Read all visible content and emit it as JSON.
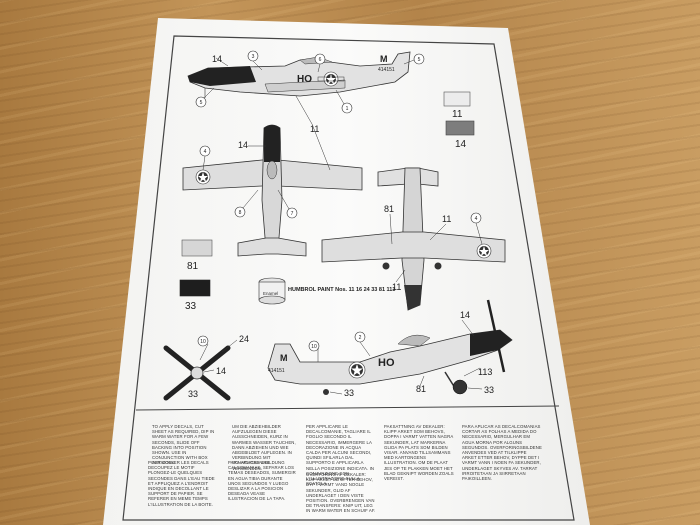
{
  "swatches": [
    {
      "id": "11",
      "label": "11",
      "color": "#ececec"
    },
    {
      "id": "14",
      "label": "14",
      "color": "#7d7d7d"
    },
    {
      "id": "81",
      "label": "81",
      "color": "#d6d6d6"
    },
    {
      "id": "33",
      "label": "33",
      "color": "#1e1e1e"
    }
  ],
  "humbrol": {
    "text": "HUMBROL PAINT Nos. 11 16 24 33 81 113",
    "tin_label": "Enamel"
  },
  "side_view": {
    "codes": "HO",
    "code_letter": "M",
    "serial": "414151"
  },
  "prop_view": {
    "codes": "HO",
    "code_letter": "M",
    "serial": "414151"
  },
  "callouts": {
    "n14a": "14",
    "n3": "3",
    "n6": "6",
    "n5": "5",
    "n2": "2",
    "n1": "1",
    "n11a": "11",
    "n4a": "4",
    "n14b": "14",
    "n8": "8",
    "n7": "7",
    "n81": "81",
    "n11b": "11",
    "n4b": "4",
    "n11c": "11",
    "n11d": "11",
    "n24": "24",
    "n14c": "14",
    "n33a": "33",
    "n10": "10",
    "n2b": "2",
    "n14d": "14",
    "n113": "113",
    "n81b": "81",
    "n33b": "33",
    "n33c": "33"
  },
  "instructions": [
    "TO APPLY DECALS, CUT SHEET AS REQUIRED, DIP IN WARM WATER FOR A FEW SECONDS, SLIDE OFF BACKING INTO POSITION SHOWN. USE IN CONJUNCTION WITH BOX ARTWORK.",
    "POUR COLLER LES DECALS DECOUPEZ LE MOTIF PLONGEZ-LE QUELQUES SECONDES DANS L'EAU TIEDE ET APPLIQUEZ A L'ENDROIT INDIQUE EN DECOLLANT LE SUPPORT DE PAPIER. SE REFERER EN MEME TEMPS L'ILLUSTRATION DE LA BOITE.",
    "UM DIE ABZIEHBILDER AUFZULEGEN DIESE AUSSCHNEIDEN, KURZ IN WARMES WASSER TAUCHEN, DANN ABZIEHEN UND WIE ABGEBILDET AUFLEGEN. IN VERBINDUNG MIT SCHACHTELABBILDUNG VERWENDEN.",
    "PARA APLICAR LAS CALCOMANIAS, SEPARAR LOS TEMAS DESEADOS, SUMERGIR EN AGUA TIBIA DURANTE UNOS SEGUNDOS Y LUEGO DESLIZAR A LA POSICION DESEADA VEASE ILUSTRACION DE LA TAPA.",
    "PER APPLICARE LE DECALCOMANIE, TAGLIARE IL FOGLIO SECONDO IL NECESSARIO, IMMERGERE LA DECORAZIONE IN ACQUA CALDA PER ALCUNI SECONDI, QUINDI SFILARLA DAL SUPPORTO E APPLICARLA NELLA POSIZIONE INDICATA. IN CONJUNZIONE CON L'ILLUSTRAZIONE SULLA SCATOLA.",
    "OVERFORING AF DEKALER: KLIP ARKET UD EFTER BEHOV, DYP I VARMT VAND NOGLE SEKUNDER, GLID AF UNDERLAGET I DEN VISTE POSITION. OVERBRENGEN VAN DE TRANSFERS: KNIP UIT, LEG IN WARM WATER EN SCHUIF AF.",
    "PAKSATTNING AV DEKALER: KLIPP ARKET SOM BEHOVS, DOPPA I VARMT VATTEN NAGRA SEKUNDER, LAT MARKERNA GLIDA PA PLATS SOM BILDEN VISAR. ANVAND TILLSAMMANS MED KARTONGENS ILLUSTRATION. OM DE PLAAT JES OP TE PLAKKEN MOET HET BLAD GEKNIPT WORDEN ZOALS VEREIST.",
    "PARA APLICAR AS DECALCOMANIAS CORTAR AS FOLHAS A MEDIDA DO NECESSARIO, MERGULHAR EM AGUA MORNA POR ALGUNS SEGUNDOS. OVERFORINGSBILDENE ANVENDES VED AT TILKLIPPE ARKET ETTER BEHOV, DYPPE DET I VARMT VANN I NOEN FA SEKUNDER, UNDERLAGET SKYVES AV. TARRAT IRROITETAAN JA SIIRRETAAN PAIKOILLEEN."
  ]
}
